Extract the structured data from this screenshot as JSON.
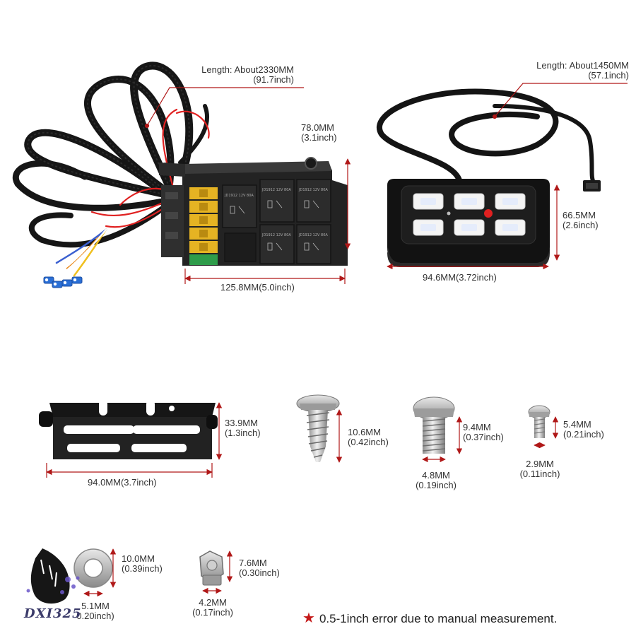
{
  "harness": {
    "length_mm": "Length: About2330MM",
    "length_in": "(91.7inch)",
    "height_mm": "78.0MM",
    "height_in": "(3.1inch)",
    "width_mm": "125.8MM",
    "width_in": "(5.0inch)",
    "relay_label": "JD1912 12V 80A"
  },
  "panel": {
    "length_mm": "Length: About1450MM",
    "length_in": "(57.1inch)",
    "height_mm": "66.5MM",
    "height_in": "(2.6inch)",
    "width_mm": "94.6MM",
    "width_in": "(3.72inch)"
  },
  "bracket": {
    "height_mm": "33.9MM",
    "height_in": "(1.3inch)",
    "width_mm": "94.0MM",
    "width_in": "(3.7inch)"
  },
  "tapping_screw": {
    "length_mm": "10.6MM",
    "length_in": "(0.42inch)"
  },
  "bolt": {
    "length_mm": "9.4MM",
    "length_in": "(0.37inch)",
    "dia_mm": "4.8MM",
    "dia_in": "(0.19inch)"
  },
  "small_screw": {
    "length_mm": "5.4MM",
    "length_in": "(0.21inch)",
    "dia_mm": "2.9MM",
    "dia_in": "(0.11inch)"
  },
  "washer": {
    "outer_mm": "10.0MM",
    "outer_in": "(0.39inch)",
    "inner_mm": "5.1MM",
    "inner_in": "0.20inch)"
  },
  "nut": {
    "height_mm": "7.6MM",
    "height_in": "(0.30inch)",
    "width_mm": "4.2MM",
    "width_in": "(0.17inch)"
  },
  "footnote": "0.5-1inch error due to manual measurement.",
  "watermark": "DXI325",
  "colors": {
    "dimension": "#b01818",
    "body": "#1b1b1b",
    "star": "#c41818"
  }
}
